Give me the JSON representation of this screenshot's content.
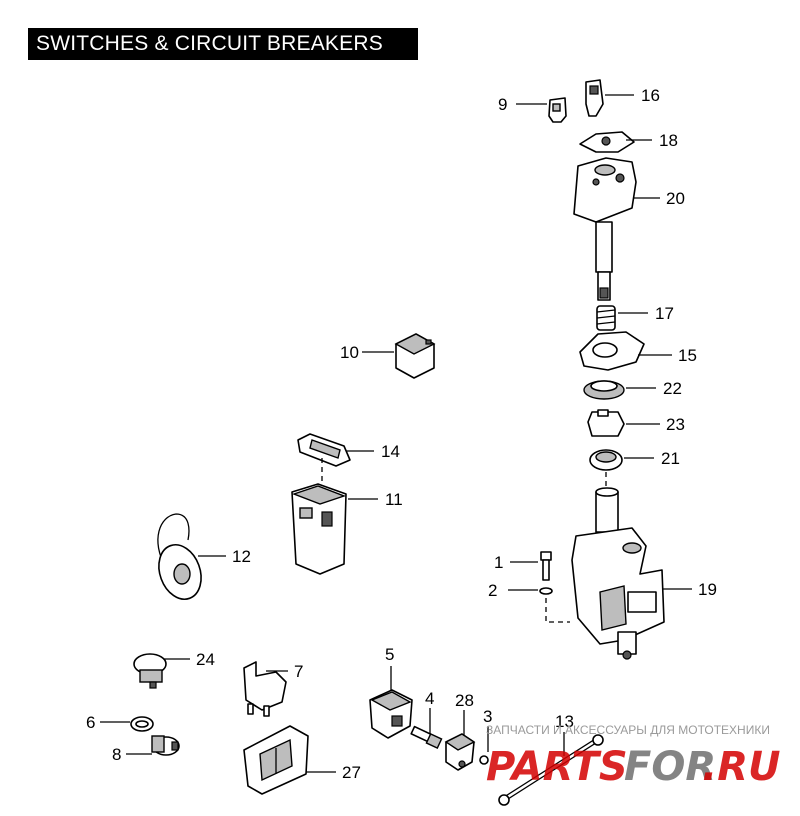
{
  "title": "SWITCHES & CIRCUIT BREAKERS",
  "callouts": {
    "c1": "1",
    "c2": "2",
    "c3": "3",
    "c4": "4",
    "c5": "5",
    "c6": "6",
    "c7": "7",
    "c8": "8",
    "c9": "9",
    "c10": "10",
    "c11": "11",
    "c12": "12",
    "c13": "13",
    "c14": "14",
    "c15": "15",
    "c16": "16",
    "c17": "17",
    "c18": "18",
    "c19": "19",
    "c20": "20",
    "c21": "21",
    "c22": "22",
    "c23": "23",
    "c24": "24",
    "c27": "27",
    "c28": "28"
  },
  "watermark": {
    "tagline": "ЗАПЧАСТИ И АКСЕССУАРЫ ДЛЯ МОТОТЕХНИКИ",
    "logo_a": "PARTS",
    "logo_b": "FOR",
    "logo_c": ".RU"
  },
  "colors": {
    "title_bg": "#000000",
    "title_fg": "#ffffff",
    "logo_red": "#d40000",
    "logo_gray": "#6e6e6e"
  }
}
